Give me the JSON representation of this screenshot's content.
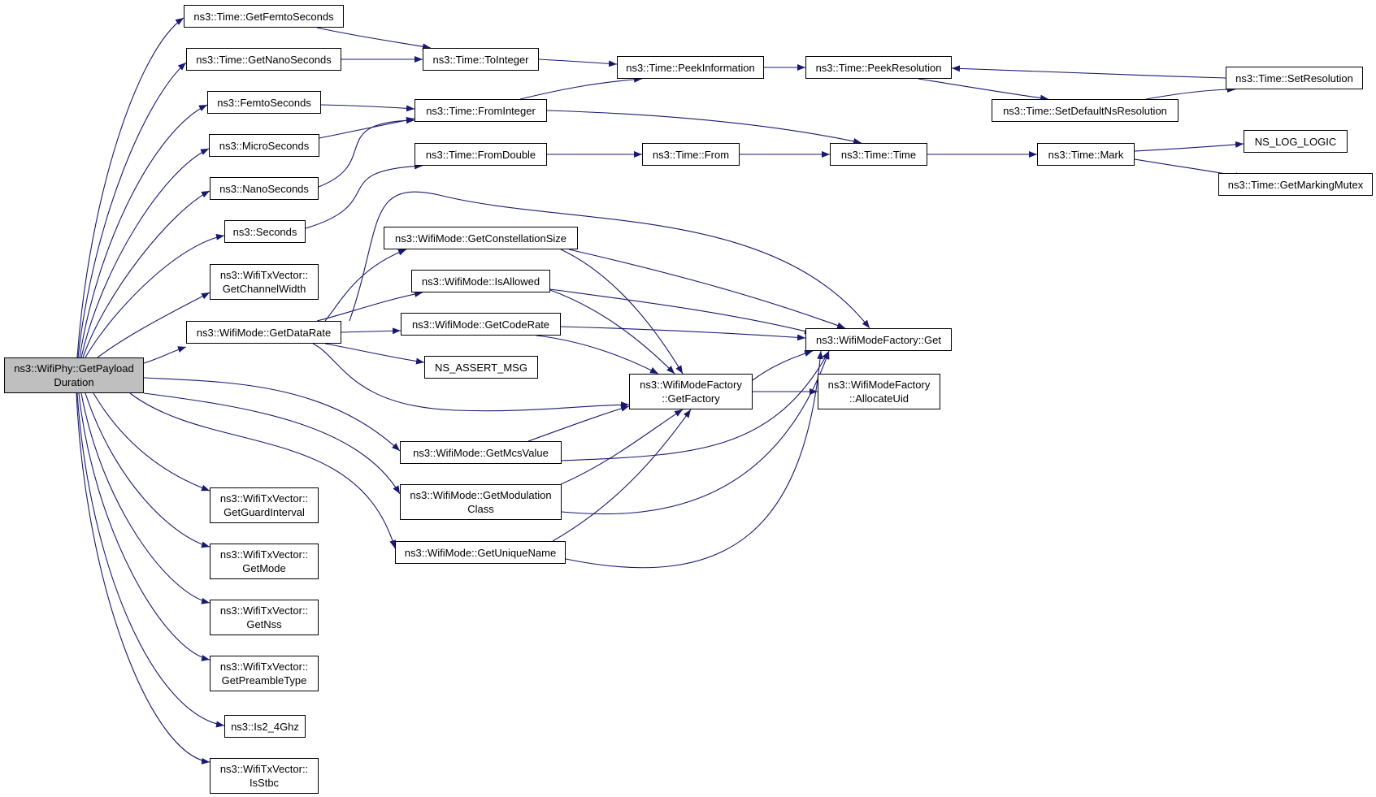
{
  "colors": {
    "edge": "#191970",
    "root_fill": "#bfbfbf",
    "node_fill": "#ffffff",
    "node_border": "#000000"
  },
  "nodes": {
    "root": [
      "ns3::WifiPhy::GetPayload",
      "Duration"
    ],
    "getFemtoSeconds": [
      "ns3::Time::GetFemtoSeconds"
    ],
    "getNanoSeconds": [
      "ns3::Time::GetNanoSeconds"
    ],
    "femtoSeconds": [
      "ns3::FemtoSeconds"
    ],
    "microSeconds": [
      "ns3::MicroSeconds"
    ],
    "nanoSeconds": [
      "ns3::NanoSeconds"
    ],
    "seconds": [
      "ns3::Seconds"
    ],
    "getChannelWidth": [
      "ns3::WifiTxVector::",
      "GetChannelWidth"
    ],
    "getDataRate": [
      "ns3::WifiMode::GetDataRate"
    ],
    "getGuardInterval": [
      "ns3::WifiTxVector::",
      "GetGuardInterval"
    ],
    "getMode": [
      "ns3::WifiTxVector::",
      "GetMode"
    ],
    "getNss": [
      "ns3::WifiTxVector::",
      "GetNss"
    ],
    "getPreambleType": [
      "ns3::WifiTxVector::",
      "GetPreambleType"
    ],
    "is24Ghz": [
      "ns3::Is2_4Ghz"
    ],
    "isStbc": [
      "ns3::WifiTxVector::",
      "IsStbc"
    ],
    "toInteger": [
      "ns3::Time::ToInteger"
    ],
    "fromInteger": [
      "ns3::Time::FromInteger"
    ],
    "fromDouble": [
      "ns3::Time::FromDouble"
    ],
    "getConstellationSize": [
      "ns3::WifiMode::GetConstellationSize"
    ],
    "isAllowed": [
      "ns3::WifiMode::IsAllowed"
    ],
    "getCodeRate": [
      "ns3::WifiMode::GetCodeRate"
    ],
    "nsAssertMsg": [
      "NS_ASSERT_MSG"
    ],
    "getMcsValue": [
      "ns3::WifiMode::GetMcsValue"
    ],
    "getModulationClass": [
      "ns3::WifiMode::GetModulation",
      "Class"
    ],
    "getUniqueName": [
      "ns3::WifiMode::GetUniqueName"
    ],
    "peekInformation": [
      "ns3::Time::PeekInformation"
    ],
    "timeFrom": [
      "ns3::Time::From"
    ],
    "getFactory": [
      "ns3::WifiModeFactory",
      "::GetFactory"
    ],
    "peekResolution": [
      "ns3::Time::PeekResolution"
    ],
    "setDefaultNsResolution": [
      "ns3::Time::SetDefaultNsResolution"
    ],
    "timeTime": [
      "ns3::Time::Time"
    ],
    "factoryGet": [
      "ns3::WifiModeFactory::Get"
    ],
    "allocateUid": [
      "ns3::WifiModeFactory",
      "::AllocateUid"
    ],
    "setResolution": [
      "ns3::Time::SetResolution"
    ],
    "timeMark": [
      "ns3::Time::Mark"
    ],
    "nsLogLogic": [
      "NS_LOG_LOGIC"
    ],
    "getMarkingMutex": [
      "ns3::Time::GetMarkingMutex"
    ]
  }
}
